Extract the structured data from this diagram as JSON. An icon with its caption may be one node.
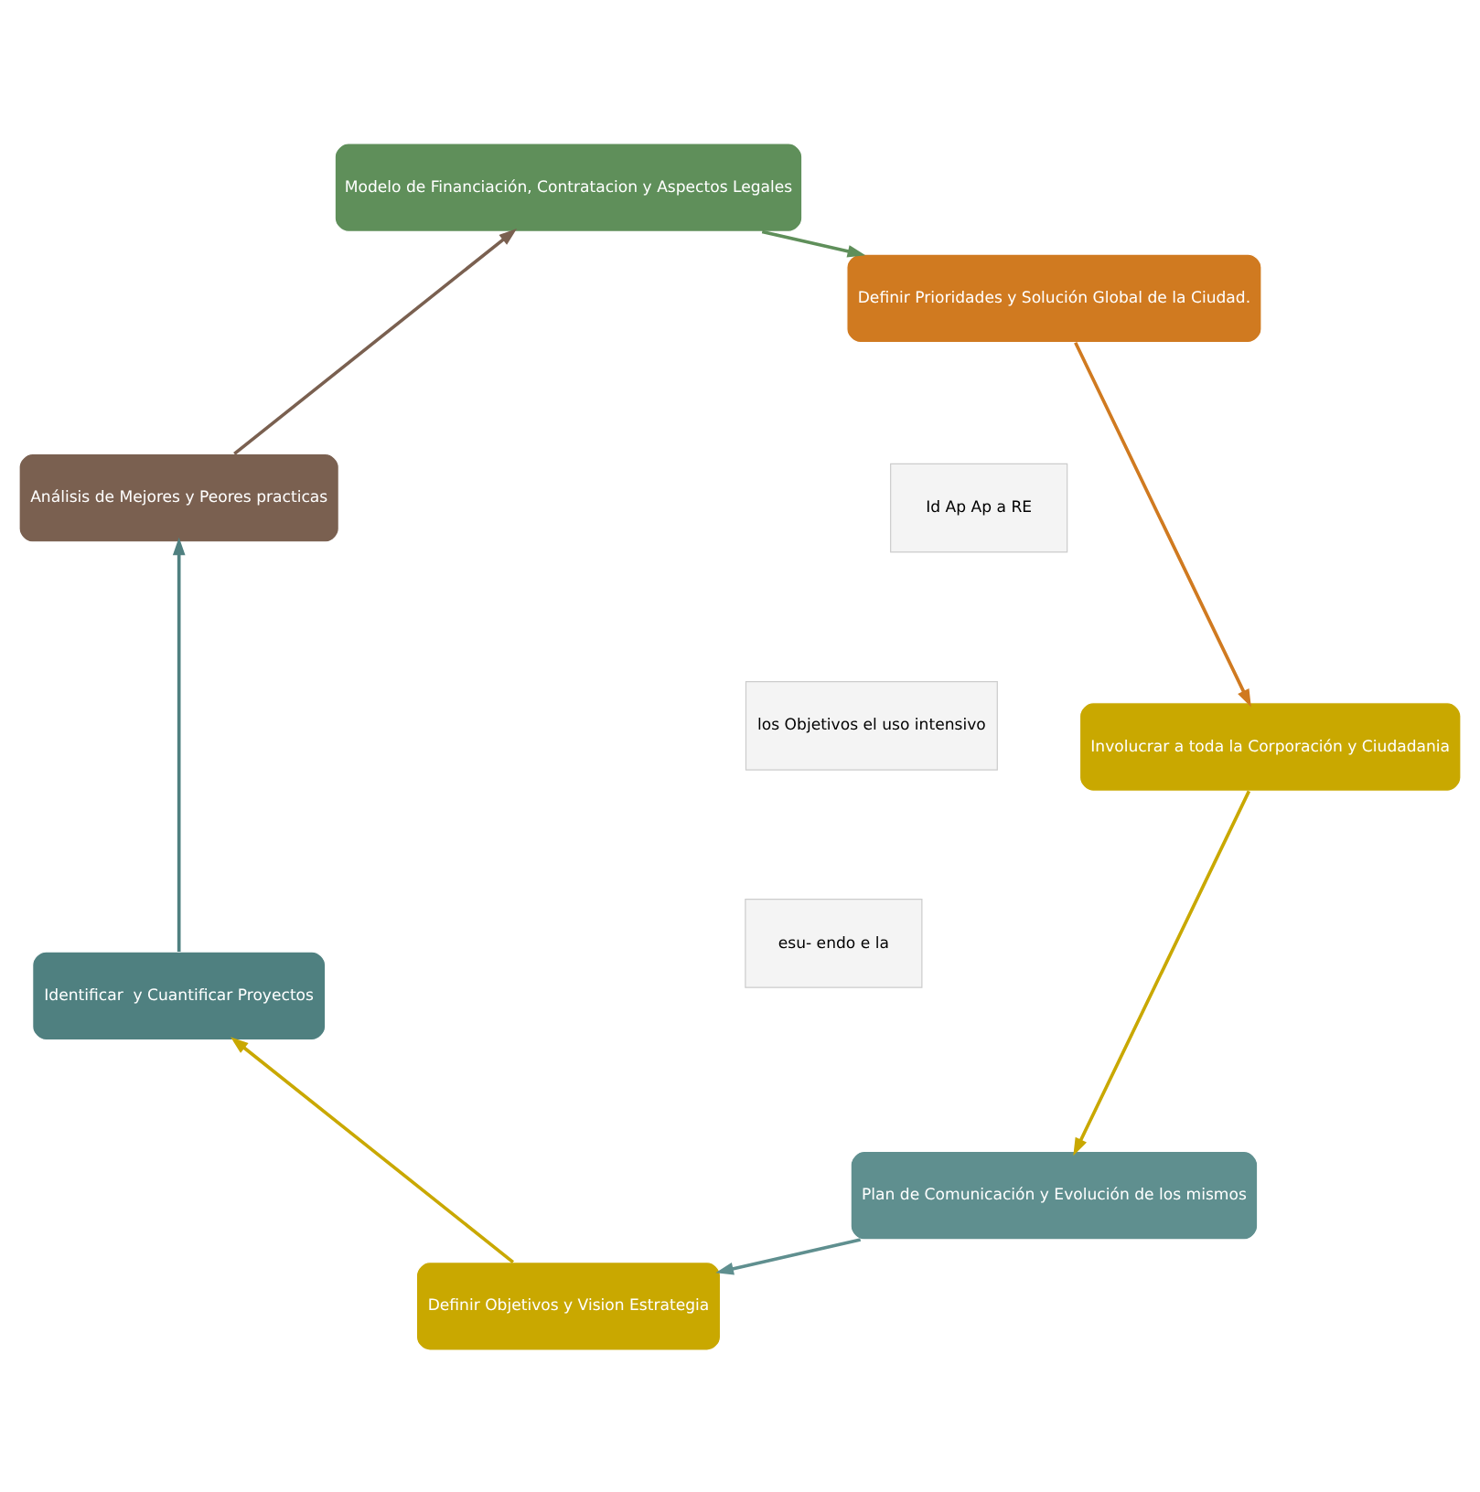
{
  "diagram": {
    "nodes": [
      {
        "text": [
          "Plan de Comunicación y Evolución de los mismos"
        ]
      },
      {
        "text": [
          "Definir Objetivos y Vision Estrategia"
        ]
      },
      {
        "text": [
          "Identificar  y Cuantificar Proyectos"
        ]
      },
      {
        "text": [
          "Análisis de Mejores y Peores practicas"
        ]
      },
      {
        "text": [
          "Modelo de Financiación, Contratacion y Aspectos Legales"
        ]
      },
      {
        "text": [
          "Definir Prioridades y Solución Global de la Ciudad."
        ]
      },
      {
        "text": [
          "Involucrar a toda la Corporación y Ciudadania"
        ]
      }
    ],
    "edges": [
      {
        "from": 0,
        "to": 1,
        "arrow": "to",
        "color": "#5f8f8f"
      },
      {
        "from": 1,
        "to": 2,
        "arrow": "to",
        "color": "#c9a800"
      },
      {
        "from": 2,
        "to": 3,
        "arrow": "to",
        "color": "#4f8080"
      },
      {
        "from": 3,
        "to": 4,
        "arrow": "to",
        "color": "#7a6050"
      },
      {
        "from": 4,
        "to": 5,
        "arrow": "to",
        "color": "#5f8f5a"
      },
      {
        "from": 5,
        "to": 6,
        "arrow": "to",
        "color": "#d07a20"
      },
      {
        "from": 6,
        "to": 0,
        "arrow": "to",
        "color": "#c9a800"
      }
    ],
    "labels": [
      "los Objetivos el uso intensivo",
      "esu- endo e la",
      "Id Ap Ap a RE"
    ]
  }
}
